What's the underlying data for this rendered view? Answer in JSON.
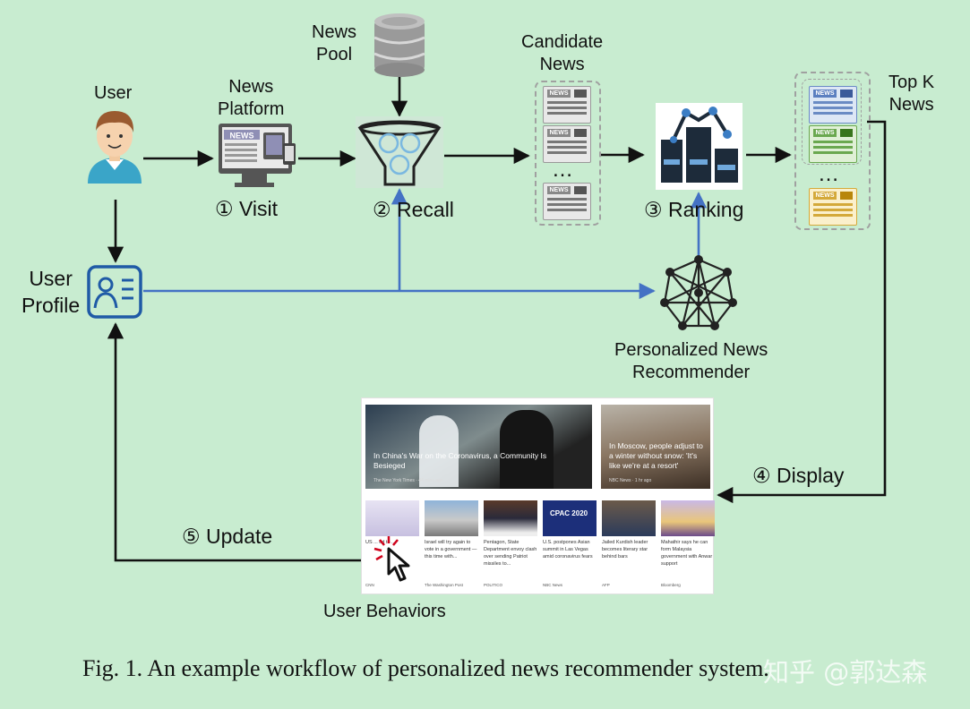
{
  "nodes": {
    "user": "User",
    "news_platform": "News\nPlatform",
    "news_pool": "News\nPool",
    "candidate_news": "Candidate\nNews",
    "top_k_news": "Top K\nNews",
    "user_profile": "User\nProfile",
    "personalized_recommender": "Personalized News\nRecommender",
    "user_behaviors": "User Behaviors"
  },
  "steps": {
    "visit": "① Visit",
    "recall": "② Recall",
    "ranking": "③ Ranking",
    "display": "④ Display",
    "update": "⑤ Update"
  },
  "icon_text": {
    "news_word": "NEWS",
    "ellipsis": "…"
  },
  "screenshot": {
    "hero_left": {
      "headline": "In China's War on the Coronavirus, a Community Is Besieged",
      "source": "The New York Times · 44 mins ago"
    },
    "hero_right": {
      "headline": "In Moscow, people adjust to a winter without snow: 'It's like we're at a resort'",
      "source": "NBC News · 1 hr ago"
    },
    "cards": [
      {
        "text": "US ... ed to ...",
        "source": "CNN"
      },
      {
        "text": "Israel will try again to vote in a government — this time with...",
        "source": "The Washington Post"
      },
      {
        "text": "Pentagon, State Department envoy clash over sending Patriot missiles to...",
        "source": "POLITICO"
      },
      {
        "text": "U.S. postpones Asian summit in Las Vegas amid coronavirus fears",
        "source": "NBC News"
      },
      {
        "text": "Jailed Kurdish leader becomes literary star behind bars",
        "source": "AFP"
      },
      {
        "text": "Mahathir says he can form Malaysia government with Anwar support",
        "source": "Bloomberg"
      }
    ],
    "cpac_badge": "CPAC 2020"
  },
  "caption": "Fig. 1.  An example workflow of personalized news recommender system.",
  "watermark": "知乎 @郭达森",
  "colors": {
    "background": "#c8ecd0",
    "blue_arrow": "#4472c4",
    "black_arrow": "#111111",
    "profile_blue": "#1f5aa6"
  }
}
